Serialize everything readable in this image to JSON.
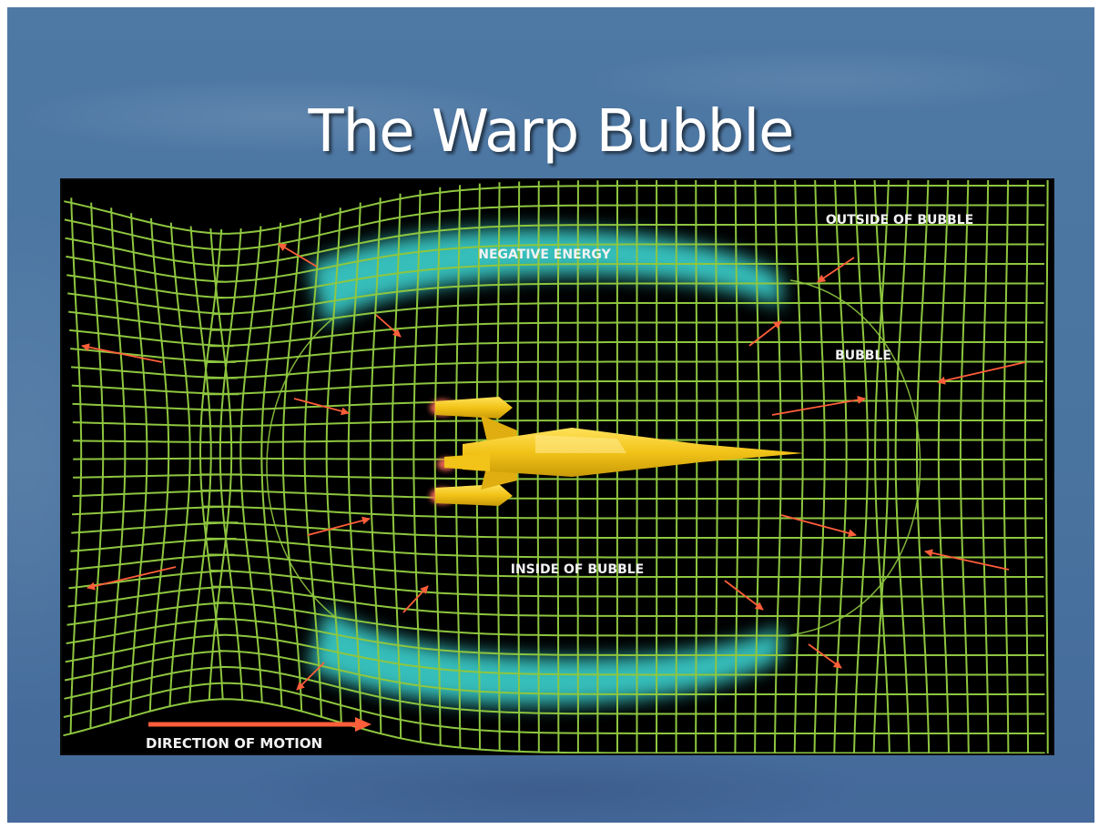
{
  "slide": {
    "title": "The Warp Bubble"
  },
  "diagram": {
    "labels": {
      "outside": "OUTSIDE OF BUBBLE",
      "negative_energy": "NEGATIVE ENERGY",
      "bubble": "BUBBLE",
      "inside": "INSIDE OF BUBBLE",
      "direction": "DIRECTION OF MOTION"
    },
    "colors": {
      "grid": "#8ec63f",
      "energy": "#3fe0dc",
      "ship": "#f2c318",
      "ship_glow": "#ff6f5a",
      "arrows": "#ff5e3a",
      "background": "#000000"
    }
  }
}
